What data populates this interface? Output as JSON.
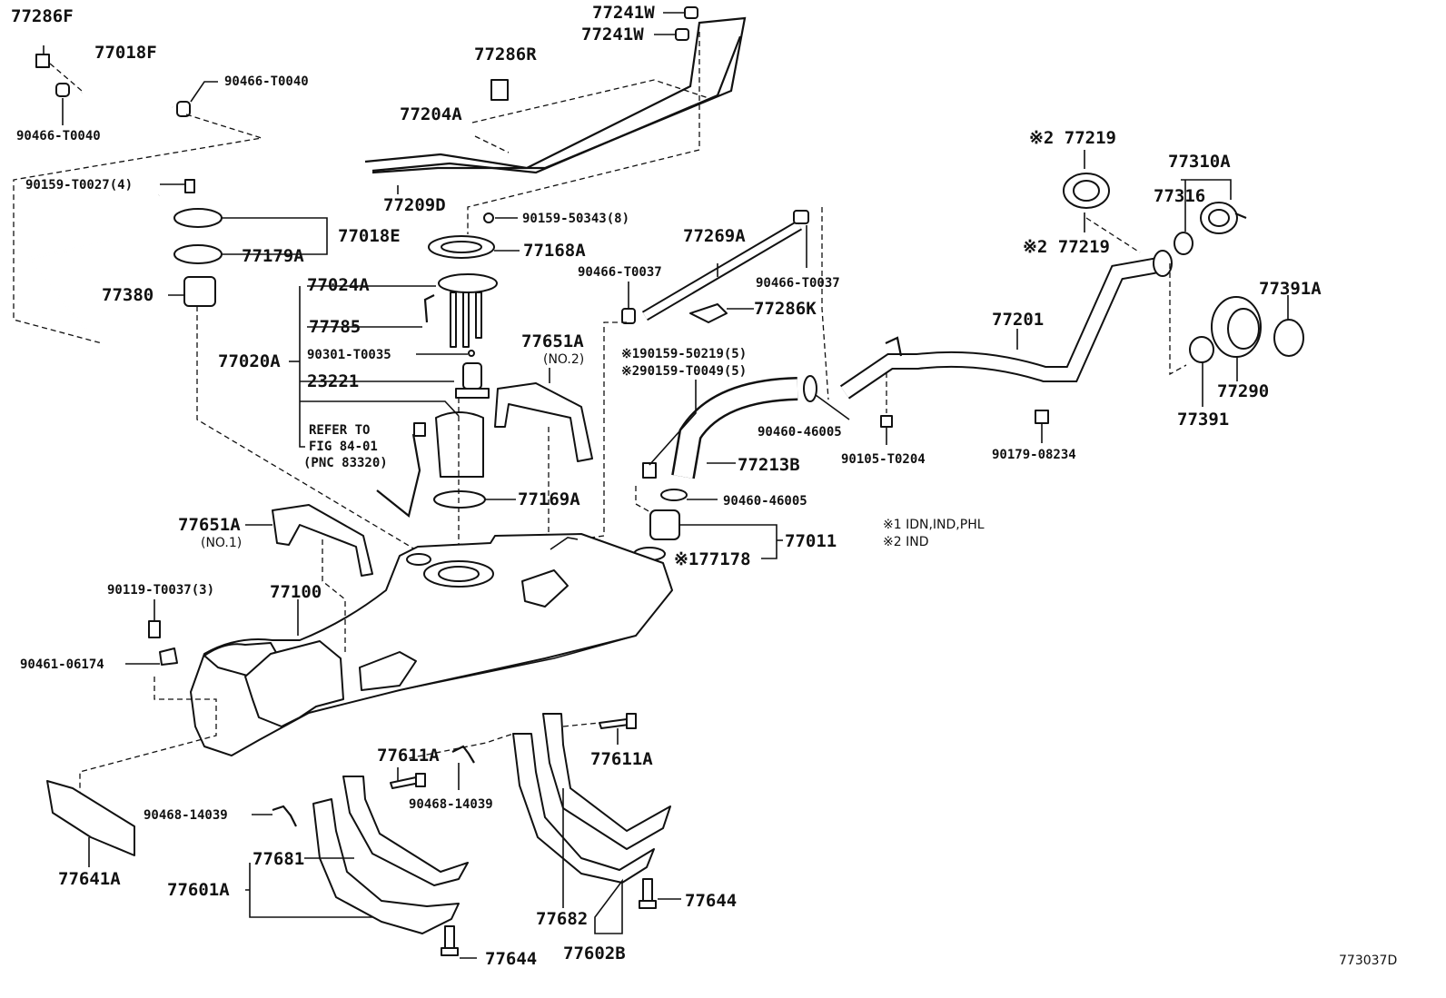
{
  "diagram_code": "773037D",
  "notes": [
    "※1 IDN,IND,PHL",
    "※2 IND"
  ],
  "labels": {
    "l77286F": "77286F",
    "l77018F": "77018F",
    "l90466T0040a": "90466-T0040",
    "l90466T0040b": "90466-T0040",
    "l90159T0027": "90159-T0027(4)",
    "l77018E": "77018E",
    "l77179A": "77179A",
    "l77380": "77380",
    "l77241Wa": "77241W",
    "l77241Wb": "77241W",
    "l77286R": "77286R",
    "l77204A": "77204A",
    "l77209D": "77209D",
    "l90159_50343": "90159-50343(8)",
    "l77168A": "77168A",
    "l77024A": "77024A",
    "l77785": "77785",
    "l90301": "90301-T0035",
    "l23221": "23221",
    "l77020A": "77020A",
    "refer1": "REFER TO",
    "refer2": "FIG 84-01",
    "refer3": "(PNC 83320)",
    "l77651A2": "77651A",
    "no2": "(NO.2)",
    "l77169A": "77169A",
    "l77269A": "77269A",
    "l90466T0037a": "90466-T0037",
    "l90466T0037b": "90466-T0037",
    "l77286K": "77286K",
    "l190159": "※190159-50219(5)",
    "l290159": "※290159-T0049(5)",
    "l90460a": "90460-46005",
    "l77213B": "77213B",
    "l90460b": "90460-46005",
    "l77011": "77011",
    "l177178": "※177178",
    "l77201": "77201",
    "l90105": "90105-T0204",
    "l90179": "90179-08234",
    "l77219a": "※2 77219",
    "l77219b": "※2 77219",
    "l77310A": "77310A",
    "l77316": "77316",
    "l77391A": "77391A",
    "l77290": "77290",
    "l77391": "77391",
    "l77651A1": "77651A",
    "no1": "(NO.1)",
    "l90119": "90119-T0037(3)",
    "l77100": "77100",
    "l90461": "90461-06174",
    "l77611Aa": "77611A",
    "l77611Ab": "77611A",
    "l90468a": "90468-14039",
    "l90468b": "90468-14039",
    "l77641A": "77641A",
    "l77681": "77681",
    "l77601A": "77601A",
    "l77682": "77682",
    "l77602B": "77602B",
    "l77644a": "77644",
    "l77644b": "77644"
  }
}
